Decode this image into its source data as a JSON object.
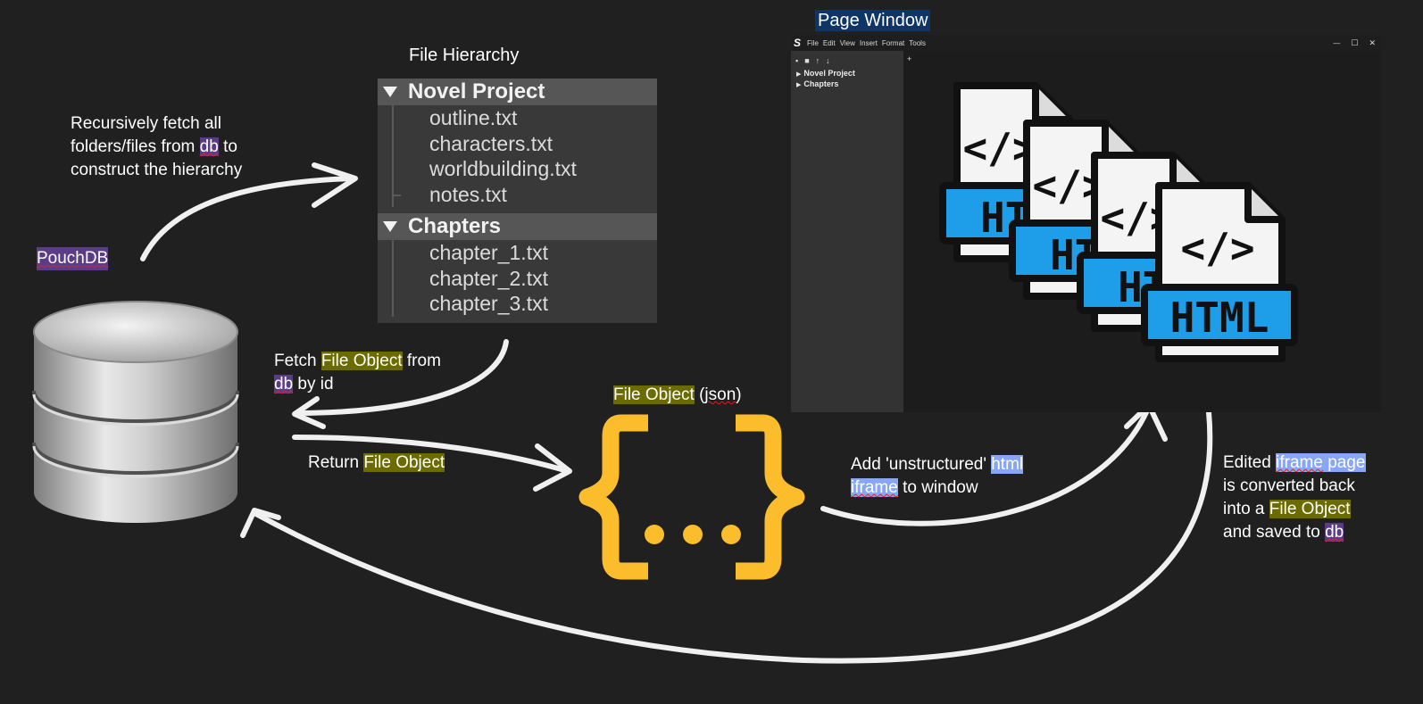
{
  "labels": {
    "file_hierarchy_title": "File Hierarchy",
    "page_window_title": "Page Window",
    "pouchdb": "PouchDB",
    "file_object_json_prefix": "File Object",
    "file_object_json_paren_open": " (",
    "file_object_json_word": "json",
    "file_object_json_paren_close": ")"
  },
  "notes": {
    "recursive": {
      "l1": "Recursively fetch all",
      "l2a": "folders/files from ",
      "l2b": "db",
      "l2c": " to",
      "l3": "construct the hierarchy"
    },
    "fetch": {
      "a": "Fetch ",
      "b": "File Object",
      "c": " from",
      "d": "db",
      "e": " by id"
    },
    "return": {
      "a": "Return ",
      "b": "File Object"
    },
    "add": {
      "a": "Add 'unstructured' ",
      "b": "html",
      "c": "iframe",
      "d": " to window"
    },
    "edited": {
      "a": "Edited ",
      "b": "iframe",
      "b2": " page",
      "c": "is converted back",
      "d": "into a ",
      "e": "File Object",
      "f": "and saved to ",
      "g": "db"
    }
  },
  "tree": {
    "groups": [
      {
        "name": "Novel Project",
        "items": [
          "outline.txt",
          "characters.txt",
          "worldbuilding.txt",
          "notes.txt"
        ]
      },
      {
        "name": "Chapters",
        "items": [
          "chapter_1.txt",
          "chapter_2.txt",
          "chapter_3.txt"
        ]
      }
    ]
  },
  "page_window": {
    "logo": "S",
    "menu": [
      "File",
      "Edit",
      "View",
      "Insert",
      "Format",
      "Tools"
    ],
    "controls": {
      "minimize": "—",
      "maximize": "☐",
      "close": "✕"
    },
    "toolbar_icons": [
      "new-file-icon",
      "new-folder-icon",
      "sort-asc-icon",
      "sort-desc-icon"
    ],
    "tab_plus": "+",
    "sidebar_items": [
      "Novel Project",
      "Chapters"
    ]
  },
  "html_icons": {
    "partial_text": "HT",
    "full_text": "HTML",
    "tag_glyph": "</>"
  },
  "colors": {
    "background": "#202020",
    "db_highlight": "#5a3d86",
    "file_object_highlight": "#6b6b00",
    "iframe_highlight": "#89a6f5",
    "brace_yellow": "#fbbd2b",
    "html_blue": "#1e9ee8",
    "arrow": "#f2f2f2"
  }
}
